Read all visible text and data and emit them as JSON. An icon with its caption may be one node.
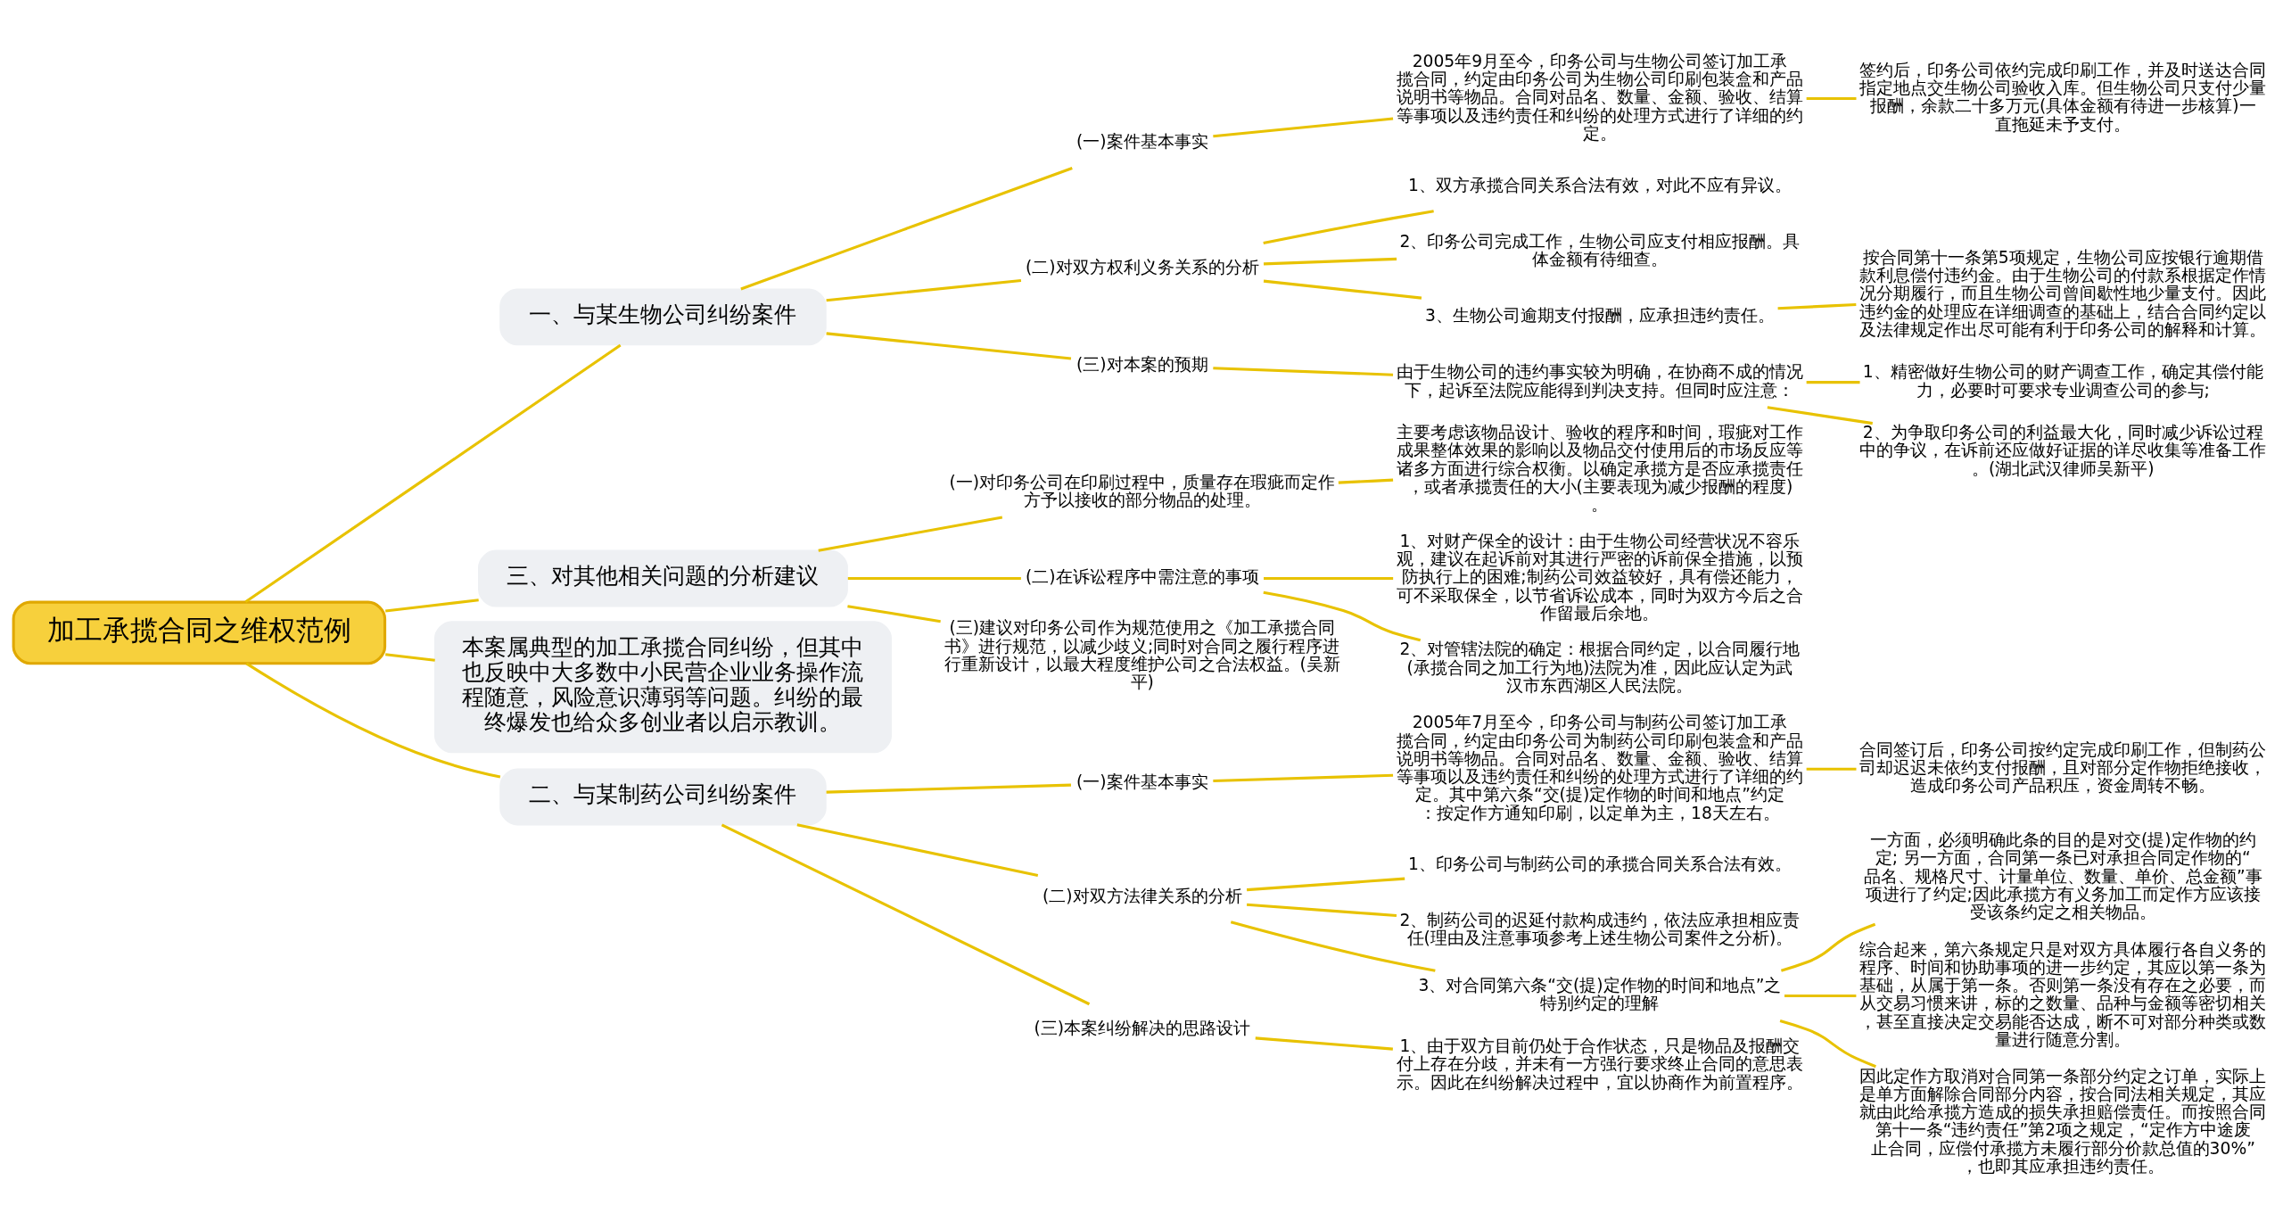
{
  "diagram": {
    "nodes": [
      {
        "text": [
          "加工承揽合同之维权范例"
        ]
      },
      {
        "text": [
          "一、与某生物公司纠纷案件"
        ]
      },
      {
        "text": [
          "(一)案件基本事实"
        ]
      },
      {
        "text": [
          "2005年9月至今，印务公司与生物公司签订加工承揽合同，约定由印务公司为生物公司印刷包装盒和产品说明书等物品。合同对品名、数量、金额、验收、结算等事项以及违约责任和纠纷的处理方式进行了详细的约定。"
        ]
      },
      {
        "text": [
          "签约后，印务公司依约完成印刷工作，并及时送达合同指定地点交生物公司验收入库。但生物公司只支付少量报酬，余款二十多万元(具体金额有待进一步核算)一直拖延未予支付。"
        ]
      },
      {
        "text": [
          "(二)对双方权利义务关系的分析"
        ]
      },
      {
        "text": [
          "1、双方承揽合同关系合法有效，对此不应有异议。"
        ]
      },
      {
        "text": [
          "2、印务公司完成工作，生物公司应支付相应报酬。具体金额有待细查。"
        ]
      },
      {
        "text": [
          "3、生物公司逾期支付报酬，应承担违约责任。"
        ]
      },
      {
        "text": [
          "按合同第十一条第5项规定，生物公司应按银行逾期借款利息偿付违约金。由于生物公司的付款系根据定作情况分期履行，而且生物公司曾间歇性地少量支付。因此违约金的处理应在详细调查的基础上，结合合同约定以及法律规定作出尽可能有利于印务公司的解释和计算。"
        ]
      },
      {
        "text": [
          "(三)对本案的预期"
        ]
      },
      {
        "text": [
          "由于生物公司的违约事实较为明确，在协商不成的情况下，起诉至法院应能得到判决支持。但同时应注意："
        ]
      },
      {
        "text": [
          "1、精密做好生物公司的财产调查工作，确定其偿付能力，必要时可要求专业调查公司的参与;"
        ]
      },
      {
        "text": [
          "2、为争取印务公司的利益最大化，同时减少诉讼过程中的争议，在诉前还应做好证据的详尽收集等准备工作。(湖北武汉律师吴新平)"
        ]
      },
      {
        "text": [
          "三、对其他相关问题的分析建议"
        ]
      },
      {
        "text": [
          "(一)对印务公司在印刷过程中，质量存在瑕疵而定作方予以接收的部分物品的处理。"
        ]
      },
      {
        "text": [
          "主要考虑该物品设计、验收的程序和时间，瑕疵对工作成果整体效果的影响以及物品交付使用后的市场反应等诸多方面进行综合权衡。以确定承揽方是否应承揽责任，或者承揽责任的大小(主要表现为减少报酬的程度)。"
        ]
      },
      {
        "text": [
          "(二)在诉讼程序中需注意的事项"
        ]
      },
      {
        "text": [
          "1、对财产保全的设计：由于生物公司经营状况不容乐观，建议在起诉前对其进行严密的诉前保全措施，以预防执行上的困难;制药公司效益较好，具有偿还能力，可不采取保全，以节省诉讼成本，同时为双方今后之合作留最后余地。"
        ]
      },
      {
        "text": [
          "2、对管辖法院的确定：根据合同约定，以合同履行地(承揽合同之加工行为地)法院为准，因此应认定为武汉市东西湖区人民法院。"
        ]
      },
      {
        "text": [
          "(三)建议对印务公司作为规范使用之《加工承揽合同书》进行规范，以减少歧义;同时对合同之履行程序进行重新设计，以最大程度维护公司之合法权益。(吴新平)"
        ]
      },
      {
        "text": [
          "本案属典型的加工承揽合同纠纷，但其中也反映中大多数中小民营企业业务操作流程随意，风险意识薄弱等问题。纠纷的最终爆发也给众多创业者以启示教训。"
        ]
      },
      {
        "text": [
          "二、与某制药公司纠纷案件"
        ]
      },
      {
        "text": [
          "(一)案件基本事实"
        ]
      },
      {
        "text": [
          "2005年7月至今，印务公司与制药公司签订加工承揽合同，约定由印务公司为制药公司印刷包装盒和产品说明书等物品。合同对品名、数量、金额、验收、结算等事项以及违约责任和纠纷的处理方式进行了详细的约定。其中第六条“交(提)定作物的时间和地点”约定：按定作方通知印刷，以定单为主，18天左右。"
        ]
      },
      {
        "text": [
          "合同签订后，印务公司按约定完成印刷工作，但制药公司却迟迟未依约支付报酬，且对部分定作物拒绝接收，造成印务公司产品积压，资金周转不畅。"
        ]
      },
      {
        "text": [
          "(二)对双方法律关系的分析"
        ]
      },
      {
        "text": [
          "1、印务公司与制药公司的承揽合同关系合法有效。"
        ]
      },
      {
        "text": [
          "2、制药公司的迟延付款构成违约，依法应承担相应责任(理由及注意事项参考上述生物公司案件之分析)。"
        ]
      },
      {
        "text": [
          "3、对合同第六条“交(提)定作物的时间和地点”之特别约定的理解"
        ]
      },
      {
        "text": [
          "一方面，必须明确此条的目的是对交(提)定作物的约定; 另一方面，合同第一条已对承担合同定作物的“品名、规格尺寸、计量单位、数量、单价、总金额”事项进行了约定;因此承揽方有义务加工而定作方应该接受该条约定之相关物品。"
        ]
      },
      {
        "text": [
          "综合起来，第六条规定只是对双方具体履行各自义务的程序、时间和协助事项的进一步约定，其应以第一条为基础，从属于第一条。否则第一条没有存在之必要，而从交易习惯来讲，标的之数量、品种与金额等密切相关，甚至直接决定交易能否达成，断不可对部分种类或数量进行随意分割。"
        ]
      },
      {
        "text": [
          "因此定作方取消对合同第一条部分约定之订单，实际上是单方面解除合同部分内容，按合同法相关规定，其应就由此给承揽方造成的损失承担赔偿责任。而按照合同第十一条“违约责任”第2项之规定，“定作方中途废止合同，应偿付承揽方未履行部分价款总值的30%”，也即其应承担违约责任。"
        ]
      },
      {
        "text": [
          "(三)本案纠纷解决的思路设计"
        ]
      },
      {
        "text": [
          "1、由于双方目前仍处于合作状态，只是物品及报酬交付上存在分歧，并未有一方强行要求终止合同的意思表示。因此在纠纷解决过程中，宜以协商作为前置程序。"
        ]
      }
    ],
    "edges": [
      {
        "from": 0,
        "to": 1,
        "arrow": "none"
      },
      {
        "from": 1,
        "to": 2,
        "arrow": "none"
      },
      {
        "from": 2,
        "to": 3,
        "arrow": "none"
      },
      {
        "from": 3,
        "to": 4,
        "arrow": "none"
      },
      {
        "from": 1,
        "to": 5,
        "arrow": "none"
      },
      {
        "from": 5,
        "to": 6,
        "arrow": "none"
      },
      {
        "from": 5,
        "to": 7,
        "arrow": "none"
      },
      {
        "from": 5,
        "to": 8,
        "arrow": "none"
      },
      {
        "from": 8,
        "to": 9,
        "arrow": "none"
      },
      {
        "from": 1,
        "to": 10,
        "arrow": "none"
      },
      {
        "from": 10,
        "to": 11,
        "arrow": "none"
      },
      {
        "from": 11,
        "to": 12,
        "arrow": "none"
      },
      {
        "from": 11,
        "to": 13,
        "arrow": "none"
      },
      {
        "from": 0,
        "to": 14,
        "arrow": "none"
      },
      {
        "from": 14,
        "to": 15,
        "arrow": "none"
      },
      {
        "from": 15,
        "to": 16,
        "arrow": "none"
      },
      {
        "from": 14,
        "to": 17,
        "arrow": "none"
      },
      {
        "from": 17,
        "to": 18,
        "arrow": "none"
      },
      {
        "from": 17,
        "to": 19,
        "arrow": "none"
      },
      {
        "from": 14,
        "to": 20,
        "arrow": "none"
      },
      {
        "from": 0,
        "to": 21,
        "arrow": "none"
      },
      {
        "from": 0,
        "to": 22,
        "arrow": "none"
      },
      {
        "from": 22,
        "to": 23,
        "arrow": "none"
      },
      {
        "from": 23,
        "to": 24,
        "arrow": "none"
      },
      {
        "from": 24,
        "to": 25,
        "arrow": "none"
      },
      {
        "from": 22,
        "to": 26,
        "arrow": "none"
      },
      {
        "from": 26,
        "to": 27,
        "arrow": "none"
      },
      {
        "from": 26,
        "to": 28,
        "arrow": "none"
      },
      {
        "from": 26,
        "to": 29,
        "arrow": "none"
      },
      {
        "from": 29,
        "to": 30,
        "arrow": "none"
      },
      {
        "from": 29,
        "to": 31,
        "arrow": "none"
      },
      {
        "from": 29,
        "to": 32,
        "arrow": "none"
      },
      {
        "from": 22,
        "to": 33,
        "arrow": "none"
      },
      {
        "from": 33,
        "to": 34,
        "arrow": "none"
      }
    ]
  }
}
